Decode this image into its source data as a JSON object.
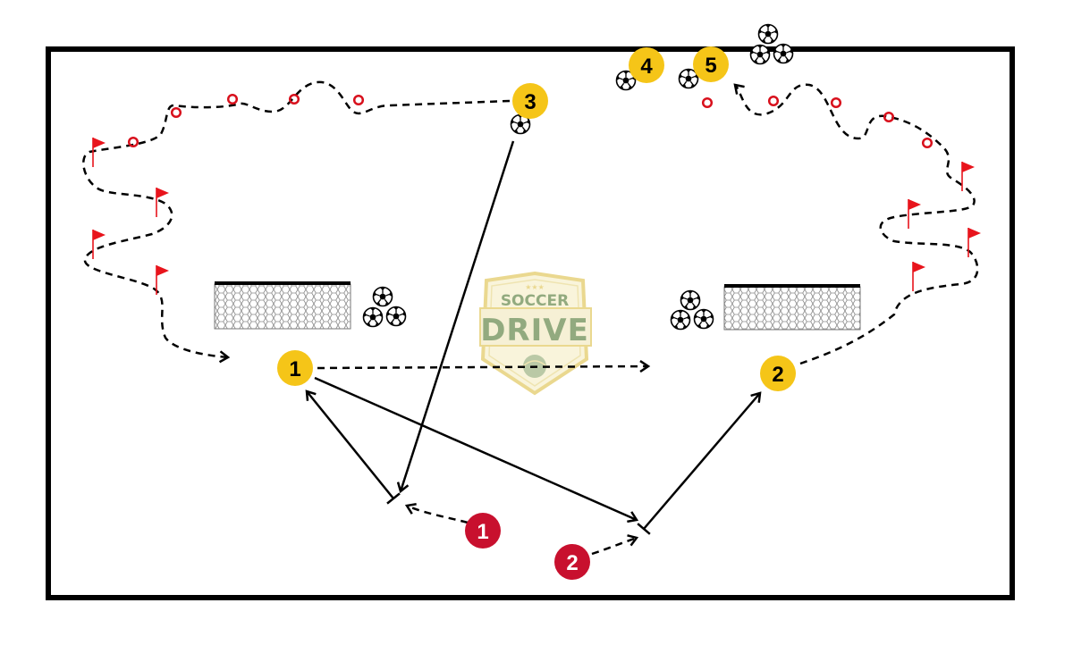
{
  "watermark": {
    "top_text": "SOCCER",
    "main_text": "DRIVE",
    "stars": "★★★"
  },
  "players": {
    "yellow": [
      {
        "label": "1"
      },
      {
        "label": "2"
      },
      {
        "label": "3"
      },
      {
        "label": "4"
      },
      {
        "label": "5"
      }
    ],
    "red": [
      {
        "label": "1"
      },
      {
        "label": "2"
      }
    ]
  },
  "colors": {
    "field_border": "#000000",
    "yellow_player": "#F5C518",
    "red_player": "#C8102E",
    "flag": "#E8141C",
    "cone": "#D8101C",
    "watermark_green": "#6E8E55",
    "watermark_gold": "#E4CB6A"
  },
  "legend_icons": [
    "soccer-ball-icon",
    "flag-icon",
    "cone-icon",
    "goal-icon"
  ]
}
